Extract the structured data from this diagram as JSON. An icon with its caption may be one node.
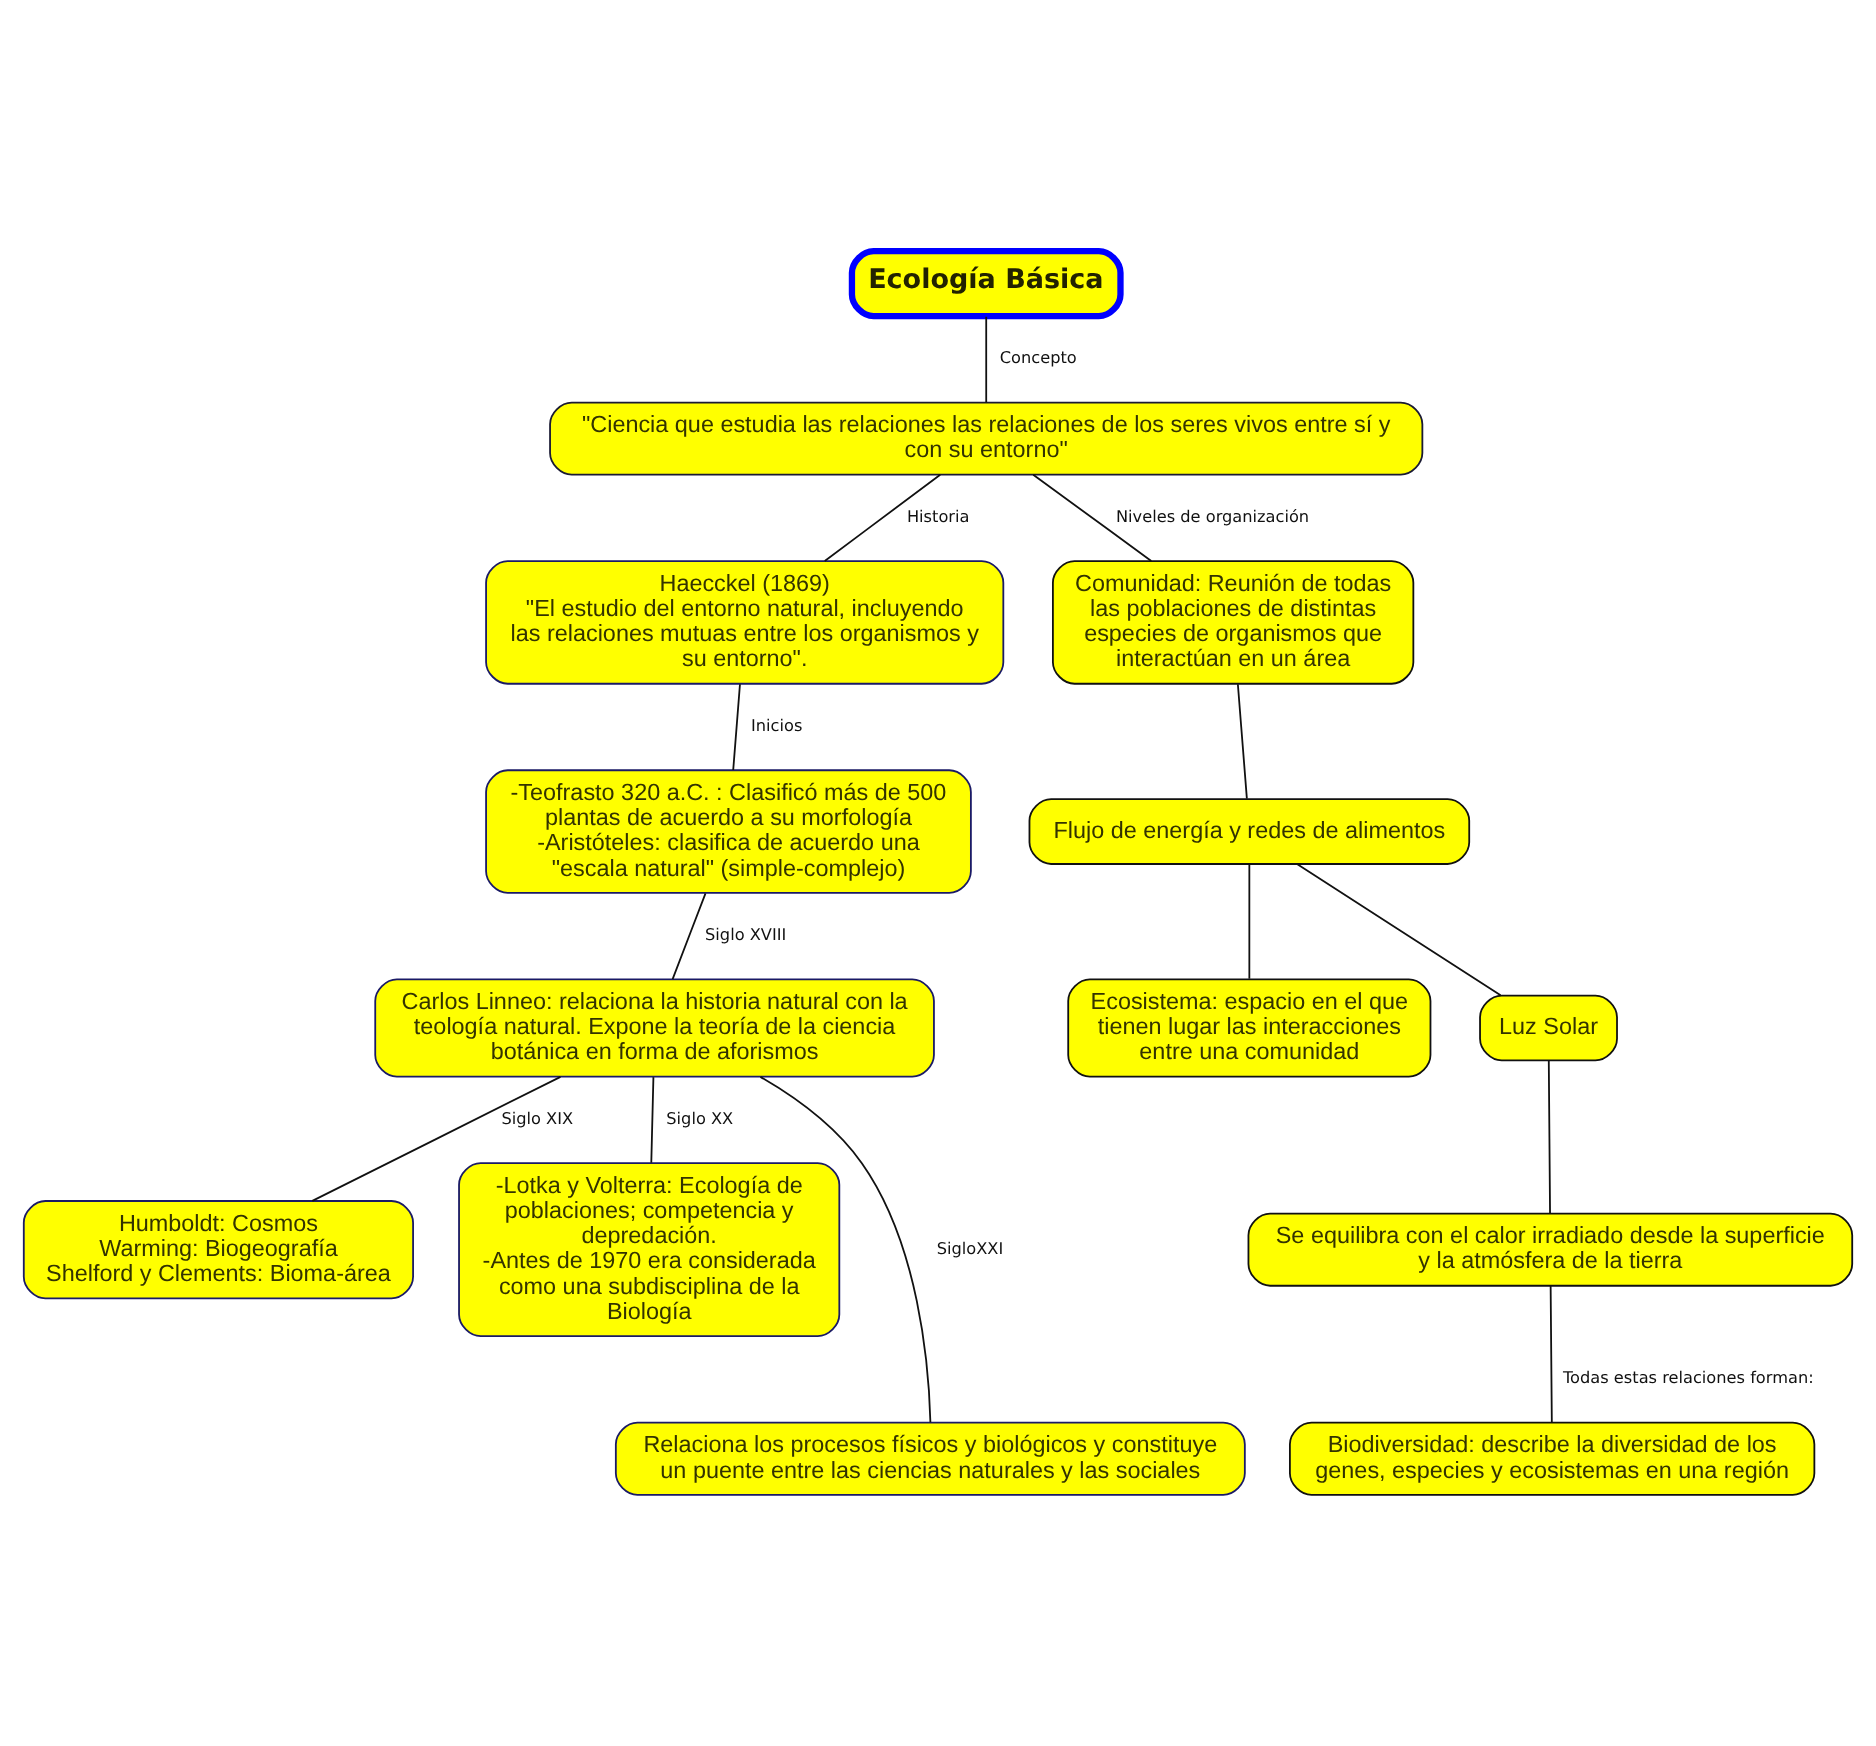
{
  "diagram": {
    "nodes": [
      {
        "text": [
          "Ecología Básica"
        ]
      },
      {
        "text": [
          "\"Ciencia que estudia las relaciones las relaciones de los seres vivos entre sí y con su entorno\""
        ]
      },
      {
        "text": [
          "Haecckel (1869)",
          "\"El estudio del entorno natural, incluyendo las relaciones mutuas entre los organismos y su entorno\"."
        ]
      },
      {
        "text": [
          "Comunidad: Reunión de todas las poblaciones de distintas especies de organismos que interactúan en un área"
        ]
      },
      {
        "text": [
          "Flujo de energía y redes de alimentos"
        ]
      },
      {
        "text": [
          "-Teofrasto 320 a.C. : Clasificó más de 500 plantas de acuerdo a su morfología",
          "-Aristóteles: clasifica de acuerdo una \"escala natural\" (simple-complejo)"
        ]
      },
      {
        "text": [
          "Ecosistema: espacio en el que tienen lugar las interacciones entre una comunidad"
        ]
      },
      {
        "text": [
          "Luz Solar"
        ]
      },
      {
        "text": [
          "Carlos Linneo: relaciona la historia natural con la teología natural. Expone la teoría de la ciencia botánica en forma de aforismos"
        ]
      },
      {
        "text": [
          "Se equilibra con el calor irradiado desde la superficie y la atmósfera de la tierra"
        ]
      },
      {
        "text": [
          "Humboldt: Cosmos",
          "Warming: Biogeografía",
          "Shelford y Clements: Bioma-área"
        ]
      },
      {
        "text": [
          "-Lotka y Volterra: Ecología de poblaciones; competencia y depredación.",
          "-Antes de 1970 era considerada como una subdisciplina de la Biología"
        ]
      },
      {
        "text": [
          "Biodiversidad: describe la diversidad de los genes, especies y ecosistemas en una región"
        ]
      },
      {
        "text": [
          "Relaciona los procesos físicos y biológicos y constituye un puente entre las ciencias naturales y las sociales"
        ]
      }
    ],
    "edges": [
      {
        "from": 0,
        "to": 1,
        "arrow": "none",
        "label": "Concepto"
      },
      {
        "from": 1,
        "to": 2,
        "arrow": "none",
        "label": "Historia"
      },
      {
        "from": 1,
        "to": 3,
        "arrow": "none",
        "label": "Niveles de organización"
      },
      {
        "from": 3,
        "to": 4,
        "arrow": "none"
      },
      {
        "from": 2,
        "to": 5,
        "arrow": "none",
        "label": "Inicios"
      },
      {
        "from": 4,
        "to": 6,
        "arrow": "none"
      },
      {
        "from": 4,
        "to": 7,
        "arrow": "none"
      },
      {
        "from": 5,
        "to": 8,
        "arrow": "none",
        "label": "Siglo XVIII"
      },
      {
        "from": 7,
        "to": 9,
        "arrow": "none"
      },
      {
        "from": 8,
        "to": 10,
        "arrow": "none",
        "label": "Siglo XIX"
      },
      {
        "from": 8,
        "to": 13,
        "arrow": "none",
        "label": "SigloXXI"
      },
      {
        "from": 8,
        "to": 11,
        "arrow": "none",
        "label": "Siglo XX"
      },
      {
        "from": 9,
        "to": 12,
        "arrow": "none",
        "label": "Todas estas relaciones forman:"
      }
    ]
  }
}
